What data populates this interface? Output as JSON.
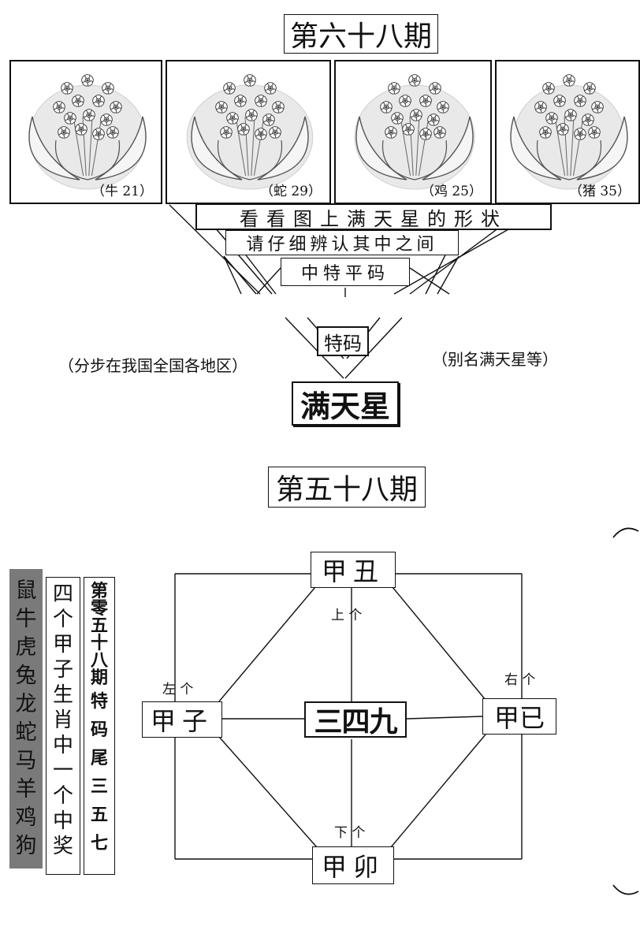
{
  "top": {
    "title": "第六十八期",
    "panels": [
      {
        "caption": "（牛 21）"
      },
      {
        "caption": "（蛇 29）"
      },
      {
        "caption": "（鸡 25）"
      },
      {
        "caption": "（猪 35）"
      }
    ],
    "line1": "看看图上满天星的形状",
    "line2": "请仔细辨认其中之间",
    "line3": "中特平码",
    "tema": "特码",
    "left_note": "（分步在我国全国各地区）",
    "right_note": "（别名满天星等）",
    "answer": "满天星"
  },
  "bottom": {
    "title": "第五十八期",
    "col_zodiac": "鼠牛虎兔龙蛇马羊鸡狗",
    "col_hint": "四个甲子生肖中一个中奖",
    "col_issue_top": "第零五十八期",
    "col_issue_bottom": "特码尾三五七",
    "node_top": "甲丑",
    "node_left": "甲子",
    "node_right": "甲已",
    "node_bottom": "甲卯",
    "center": "三四九",
    "label_up": "上 个",
    "label_left": "左 个",
    "label_right": "右 个",
    "label_down": "下 个"
  }
}
